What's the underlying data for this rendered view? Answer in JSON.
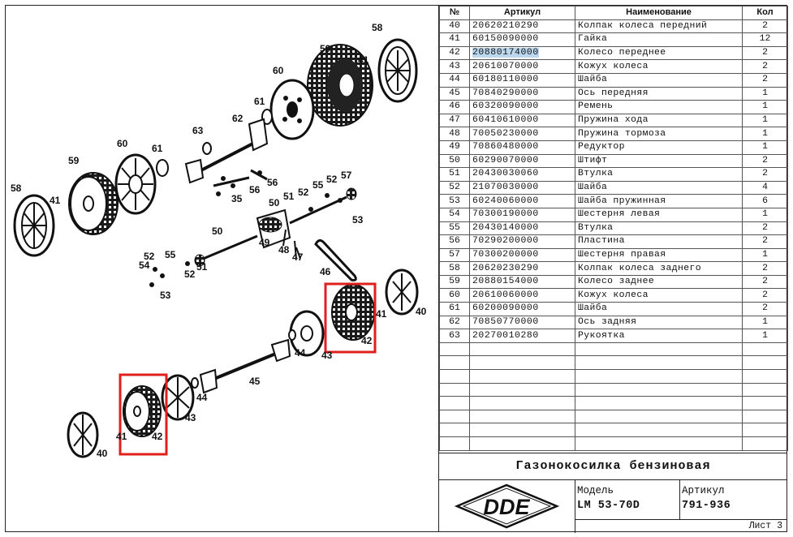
{
  "table": {
    "headers": {
      "num": "№",
      "article": "Артикул",
      "name": "Наименование",
      "qty": "Кол"
    },
    "rows": [
      {
        "num": "40",
        "article": "20620210290",
        "name": "Колпак колеса передний",
        "qty": "2"
      },
      {
        "num": "41",
        "article": "60150090000",
        "name": "Гайка",
        "qty": "12"
      },
      {
        "num": "42",
        "article": "20880174000",
        "name": "Колесо переднее",
        "qty": "2"
      },
      {
        "num": "43",
        "article": "20610070000",
        "name": "Кожух колеса",
        "qty": "2"
      },
      {
        "num": "44",
        "article": "60180110000",
        "name": "Шайба",
        "qty": "2"
      },
      {
        "num": "45",
        "article": "70840290000",
        "name": "Ось передняя",
        "qty": "1"
      },
      {
        "num": "46",
        "article": "60320090000",
        "name": "Ремень",
        "qty": "1"
      },
      {
        "num": "47",
        "article": "60410610000",
        "name": "Пружина хода",
        "qty": "1"
      },
      {
        "num": "48",
        "article": "70050230000",
        "name": "Пружина тормоза",
        "qty": "1"
      },
      {
        "num": "49",
        "article": "70860480000",
        "name": "Редуктор",
        "qty": "1"
      },
      {
        "num": "50",
        "article": "60290070000",
        "name": "Штифт",
        "qty": "2"
      },
      {
        "num": "51",
        "article": "20430030060",
        "name": "Втулка",
        "qty": "2"
      },
      {
        "num": "52",
        "article": "21070030000",
        "name": "Шайба",
        "qty": "4"
      },
      {
        "num": "53",
        "article": "60240060000",
        "name": "Шайба пружинная",
        "qty": "6"
      },
      {
        "num": "54",
        "article": "70300190000",
        "name": "Шестерня левая",
        "qty": "1"
      },
      {
        "num": "55",
        "article": "20430140000",
        "name": "Втулка",
        "qty": "2"
      },
      {
        "num": "56",
        "article": "70290200000",
        "name": "Пластина",
        "qty": "2"
      },
      {
        "num": "57",
        "article": "70300200000",
        "name": "Шестерня правая",
        "qty": "1"
      },
      {
        "num": "58",
        "article": "20620230290",
        "name": "Колпак колеса заднего",
        "qty": "2"
      },
      {
        "num": "59",
        "article": "20880154000",
        "name": "Колесо заднее",
        "qty": "2"
      },
      {
        "num": "60",
        "article": "20610060000",
        "name": "Кожух колеса",
        "qty": "2"
      },
      {
        "num": "61",
        "article": "60200090000",
        "name": "Шайба",
        "qty": "2"
      },
      {
        "num": "62",
        "article": "70850770000",
        "name": "Ось задняя",
        "qty": "1"
      },
      {
        "num": "63",
        "article": "20270010280",
        "name": "Рукоятка",
        "qty": "1"
      }
    ],
    "empty_rows": 8,
    "highlighted_article": "20880174000"
  },
  "title": "Газонокосилка бензиновая",
  "logo_text": "DDE",
  "model_label": "Модель",
  "model_value": "LM 53-70D",
  "article_label": "Артикул",
  "article_value": "791-936",
  "sheet": "Лист 3",
  "diagram": {
    "callouts": {
      "c58a": "58",
      "c41a": "41",
      "c59a": "59",
      "c60a": "60",
      "c61a": "61",
      "c62": "62",
      "c63": "63",
      "c60b": "60",
      "c61b": "61",
      "c59b": "59",
      "c58b": "58",
      "c41b": "41",
      "c56a": "56",
      "c56b": "56",
      "c35": "35",
      "c57": "57",
      "c52a": "52",
      "c55a": "55",
      "c52b": "52",
      "c51a": "51",
      "c50a": "50",
      "c53a": "53",
      "c49": "49",
      "c48": "48",
      "c47": "47",
      "c46": "46",
      "c50b": "50",
      "c52c": "52",
      "c55b": "55",
      "c54": "54",
      "c51b": "51",
      "c52d": "52",
      "c53b": "53",
      "c41c": "41",
      "c40a": "40",
      "c42a": "42",
      "c44a": "44",
      "c43a": "43",
      "c45": "45",
      "c44b": "44",
      "c43b": "43",
      "c42b": "42",
      "c41d": "41",
      "c40b": "40"
    },
    "highlight_color": "#e0201c"
  }
}
